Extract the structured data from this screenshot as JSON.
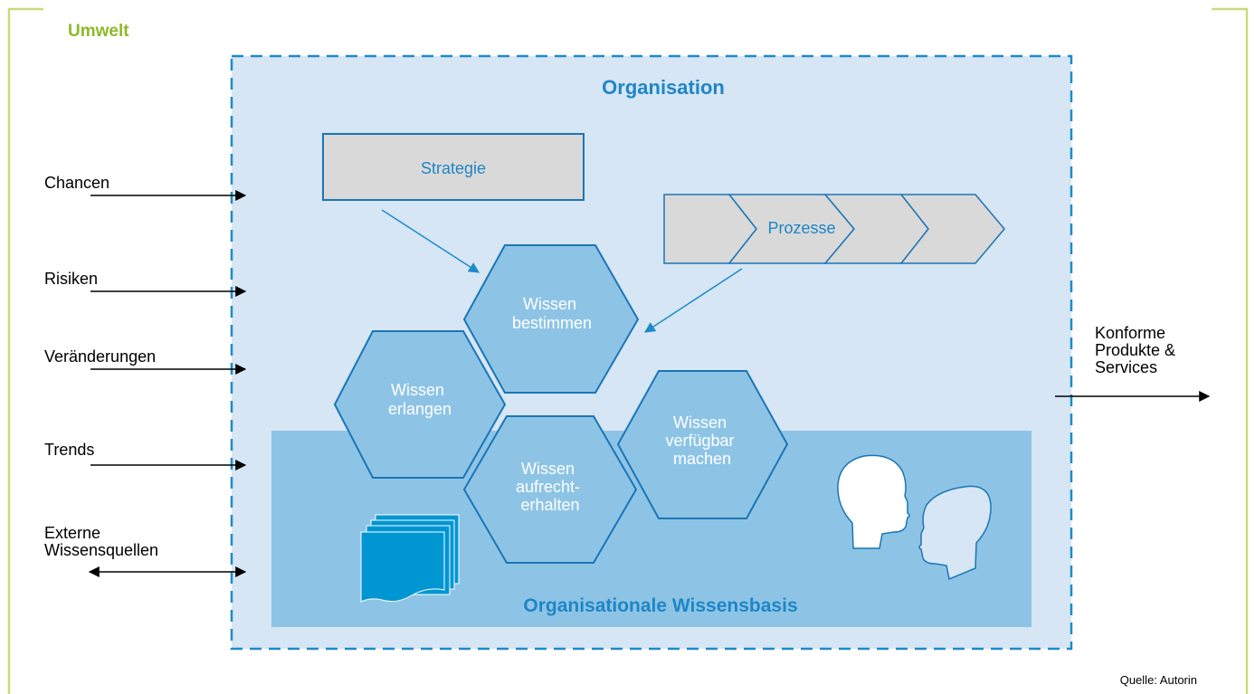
{
  "environment": {
    "title": "Umwelt"
  },
  "organisation": {
    "title": "Organisation"
  },
  "strategy": {
    "label": "Strategie"
  },
  "processes": {
    "label": "Prozesse"
  },
  "knowledge_base": {
    "label": "Organisationale Wissensbasis"
  },
  "hexagons": {
    "bestimmen": [
      "Wissen",
      "bestimmen"
    ],
    "erlangen": [
      "Wissen",
      "erlangen"
    ],
    "aufrechterhalten": [
      "Wissen",
      "aufrecht-",
      "erhalten"
    ],
    "verfuegbar": [
      "Wissen",
      "verfügbar",
      "machen"
    ]
  },
  "inputs": {
    "chancen": [
      "Chancen"
    ],
    "risiken": [
      "Risiken"
    ],
    "veraenderungen": [
      "Veränderungen"
    ],
    "trends": [
      "Trends"
    ],
    "externe": [
      "Externe",
      "Wissensquellen"
    ]
  },
  "output": {
    "lines": [
      "Konforme",
      "Produkte &",
      "Services"
    ]
  },
  "source": "Quelle: Autorin",
  "colors": {
    "environment_frame": "#c9dc7a",
    "environment_title": "#8fb82a",
    "organisation_fill": "#d6e6f5",
    "organisation_border": "#1e8ac8",
    "title_blue": "#1f86c5",
    "knowledge_base_fill": "#8dc4e6",
    "hexagon_fill": "#8dc4e6",
    "hexagon_border": "#1b75b6",
    "strategy_fill": "#d9d9d9",
    "arrow_blue": "#1e8ac8"
  }
}
